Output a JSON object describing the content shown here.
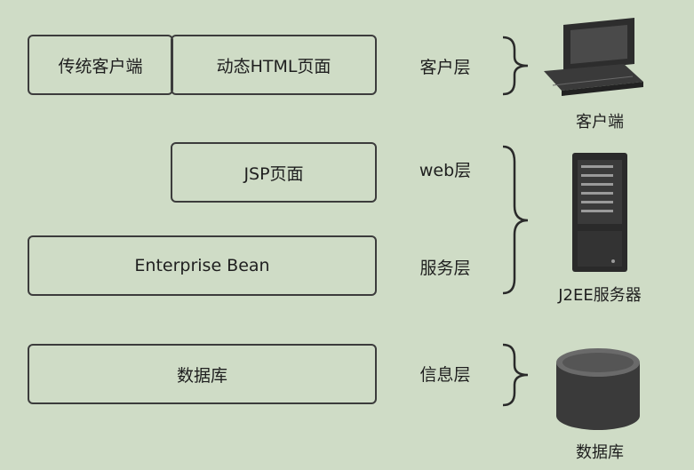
{
  "client_row": {
    "box1": "传统客户端",
    "box2": "动态HTML页面",
    "layer": "客户层",
    "device": "客户端"
  },
  "web_row": {
    "box": "JSP页面",
    "layer": "web层"
  },
  "service_row": {
    "box": "Enterprise Bean",
    "layer": "服务层",
    "device": "J2EE服务器"
  },
  "info_row": {
    "box": "数据库",
    "layer": "信息层",
    "device": "数据库"
  },
  "icons": [
    "computer-icon",
    "server-icon",
    "database-icon"
  ]
}
